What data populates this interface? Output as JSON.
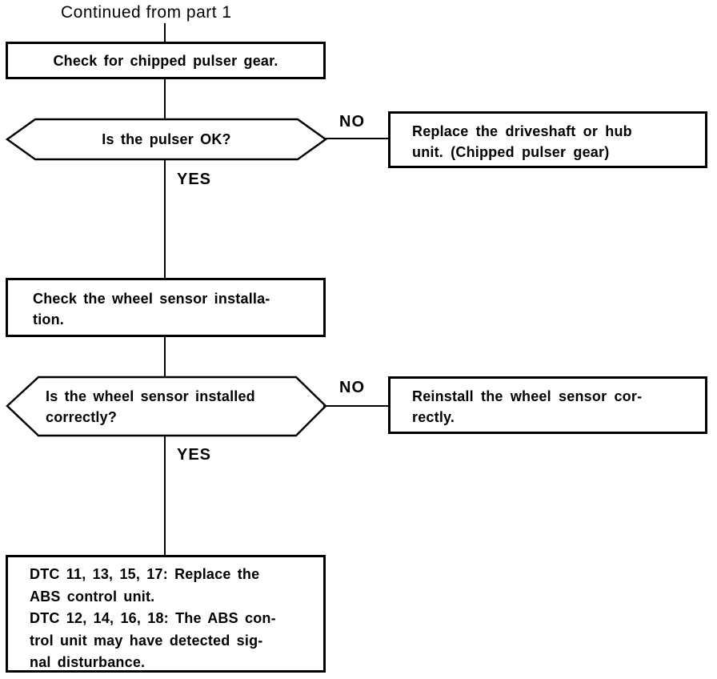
{
  "title": "Continued from part 1",
  "colors": {
    "ink": "#000000",
    "paper": "#ffffff"
  },
  "edge_labels": {
    "no1": "NO",
    "yes1": "YES",
    "no2": "NO",
    "yes2": "YES"
  },
  "nodes": {
    "check_pulser": {
      "type": "process",
      "lines": [
        "Check for chipped pulser gear."
      ]
    },
    "pulser_ok": {
      "type": "decision",
      "lines": [
        "Is the pulser OK?"
      ]
    },
    "replace_driveshaft": {
      "type": "action",
      "lines": [
        "Replace the driveshaft or hub",
        "unit. (Chipped pulser gear)"
      ]
    },
    "check_sensor_install": {
      "type": "process",
      "lines": [
        "Check the wheel sensor installa-",
        "tion."
      ]
    },
    "sensor_installed": {
      "type": "decision",
      "lines": [
        "Is the wheel sensor installed",
        "correctly?"
      ]
    },
    "reinstall_sensor": {
      "type": "action",
      "lines": [
        "Reinstall the wheel sensor cor-",
        "rectly."
      ]
    },
    "dtc_result": {
      "type": "action",
      "lines": [
        "DTC 11, 13, 15, 17: Replace the",
        "ABS control unit.",
        "DTC 12, 14, 16, 18: The ABS con-",
        "trol unit may have detected sig-",
        "nal disturbance."
      ]
    }
  }
}
